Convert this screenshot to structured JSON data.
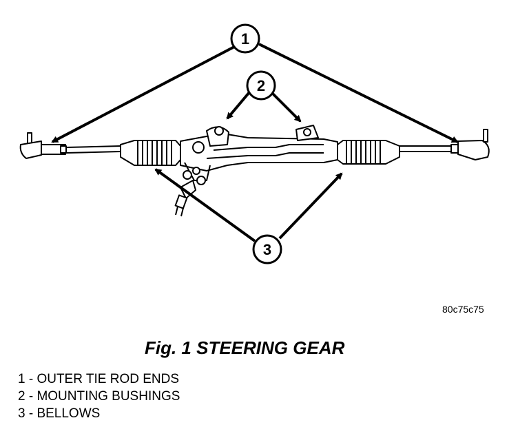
{
  "figure": {
    "code": "80c75c75",
    "caption": "Fig. 1 STEERING GEAR",
    "callouts": [
      {
        "number": "1",
        "label": "OUTER TIE ROD ENDS"
      },
      {
        "number": "2",
        "label": "MOUNTING BUSHINGS"
      },
      {
        "number": "3",
        "label": "BELLOWS"
      }
    ],
    "legend": [
      "1 - OUTER TIE ROD ENDS",
      "2 - MOUNTING BUSHINGS",
      "3 - BELLOWS"
    ]
  }
}
